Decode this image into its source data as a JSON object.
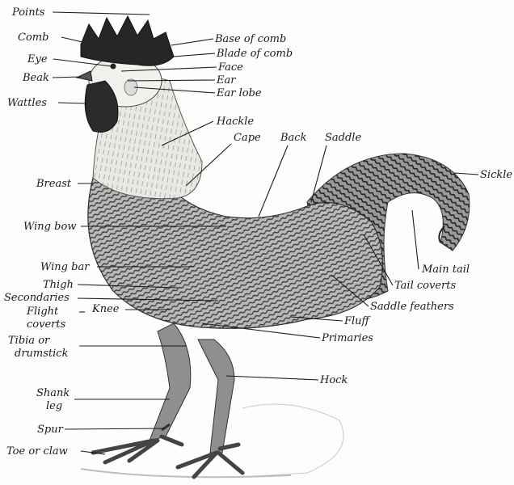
{
  "labels": {
    "points": "Points",
    "comb": "Comb",
    "eye": "Eye",
    "beak": "Beak",
    "wattles": "Wattles",
    "base_of_comb": "Base of comb",
    "blade_of_comb": "Blade of comb",
    "face": "Face",
    "ear": "Ear",
    "ear_lobe": "Ear lobe",
    "hackle": "Hackle",
    "cape": "Cape",
    "back": "Back",
    "saddle": "Saddle",
    "sickle": "Sickle",
    "breast": "Breast",
    "wing_bow": "Wing bow",
    "wing_bar": "Wing bar",
    "thigh": "Thigh",
    "secondaries": "Secondaries",
    "flight_coverts_1": "Flight",
    "flight_coverts_2": "coverts",
    "knee": "Knee",
    "tibia_1": "Tibia or",
    "tibia_2": "drumstick",
    "shank_1": "Shank",
    "shank_2": "leg",
    "spur": "Spur",
    "toe": "Toe or claw",
    "main_tail": "Main tail",
    "tail_coverts": "Tail coverts",
    "saddle_feathers": "Saddle feathers",
    "fluff": "Fluff",
    "primaries": "Primaries",
    "hock": "Hock"
  },
  "colors": {
    "ink": "#1a1a1a",
    "body": "#8a8a8a",
    "comb": "#2a2a2a"
  }
}
